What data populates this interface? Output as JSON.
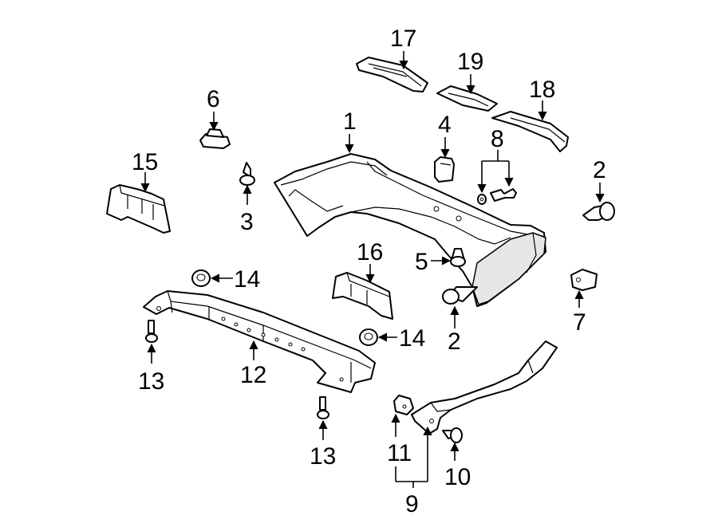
{
  "callouts": {
    "c1": "1",
    "c2a": "2",
    "c2b": "2",
    "c3": "3",
    "c4": "4",
    "c5": "5",
    "c6": "6",
    "c7": "7",
    "c8": "8",
    "c9": "9",
    "c10": "10",
    "c11": "11",
    "c12": "12",
    "c13a": "13",
    "c13b": "13",
    "c14a": "14",
    "c14b": "14",
    "c15": "15",
    "c16": "16",
    "c17": "17",
    "c18": "18",
    "c19": "19"
  }
}
